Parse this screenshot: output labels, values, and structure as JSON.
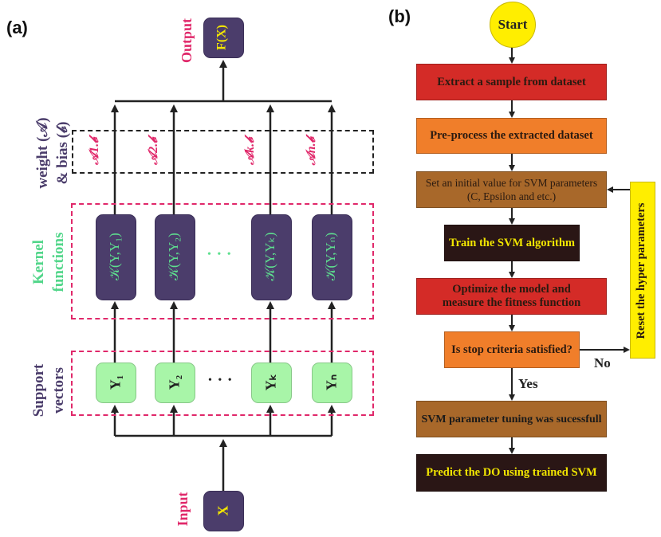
{
  "panel_a": {
    "label": "(a)",
    "side_labels": {
      "output": "Output",
      "weight_bias_line1": "weight (𝒜)",
      "weight_bias_line2": "& bias (𝒷)",
      "kernel_line1": "Kernel",
      "kernel_line2": "functions",
      "support_line1": "Support",
      "support_line2": "vectors",
      "input": "Input"
    },
    "output_node": "F(X)",
    "input_node": "X",
    "weights": [
      "𝒜1.𝒷",
      "𝒜2.𝒷",
      "𝒜k.𝒷",
      "𝒜n.𝒷"
    ],
    "kernels": [
      "𝒦(Y,Y₁)",
      "𝒦(Y,Y₂)",
      "𝒦(Y,Yₖ)",
      "𝒦(Y,Yₙ)"
    ],
    "support_vectors": [
      "Y₁",
      "Y₂",
      "Yₖ",
      "Yₙ"
    ],
    "ellipsis": "• • •",
    "colors": {
      "node_purple": "#4b3d6b",
      "node_green": "#a8f5a8",
      "label_pink": "#e0286a",
      "label_green": "#52d68a",
      "label_purple": "#4b3d6b",
      "text_yellow": "#f2e600"
    }
  },
  "panel_b": {
    "label": "(b)",
    "start": "Start",
    "steps": [
      {
        "text": "Extract a sample from dataset",
        "color": "#d42b27",
        "text_color": "#2a1a10"
      },
      {
        "text": "Pre-process the extracted dataset",
        "color": "#f07e2a",
        "text_color": "#2a1a10"
      },
      {
        "text_line1": "Set an initial value for SVM parameters",
        "text_line2": "(C, Epsilon and etc.)",
        "color": "#a8682a",
        "text_color": "#2a1a10"
      },
      {
        "text": "Train the SVM algorithm",
        "color": "#2a1615",
        "text_color": "#f2e600"
      },
      {
        "text_line1": "Optimize the model and",
        "text_line2": "measure the fitness function",
        "color": "#d42b27",
        "text_color": "#2a1a10"
      },
      {
        "text": "Is stop criteria satisfied?",
        "color": "#f07e2a",
        "text_color": "#2a1a10"
      },
      {
        "text": "SVM parameter tuning was sucessfull",
        "color": "#a8682a",
        "text_color": "#1a1a1a"
      },
      {
        "text": "Predict the DO using trained SVM",
        "color": "#2a1615",
        "text_color": "#f2e600"
      }
    ],
    "reset_box": "Reset the hyper parameters",
    "no_label": "No",
    "yes_label": "Yes",
    "colors": {
      "start_fill": "#ffee00",
      "reset_fill": "#ffee00"
    }
  }
}
